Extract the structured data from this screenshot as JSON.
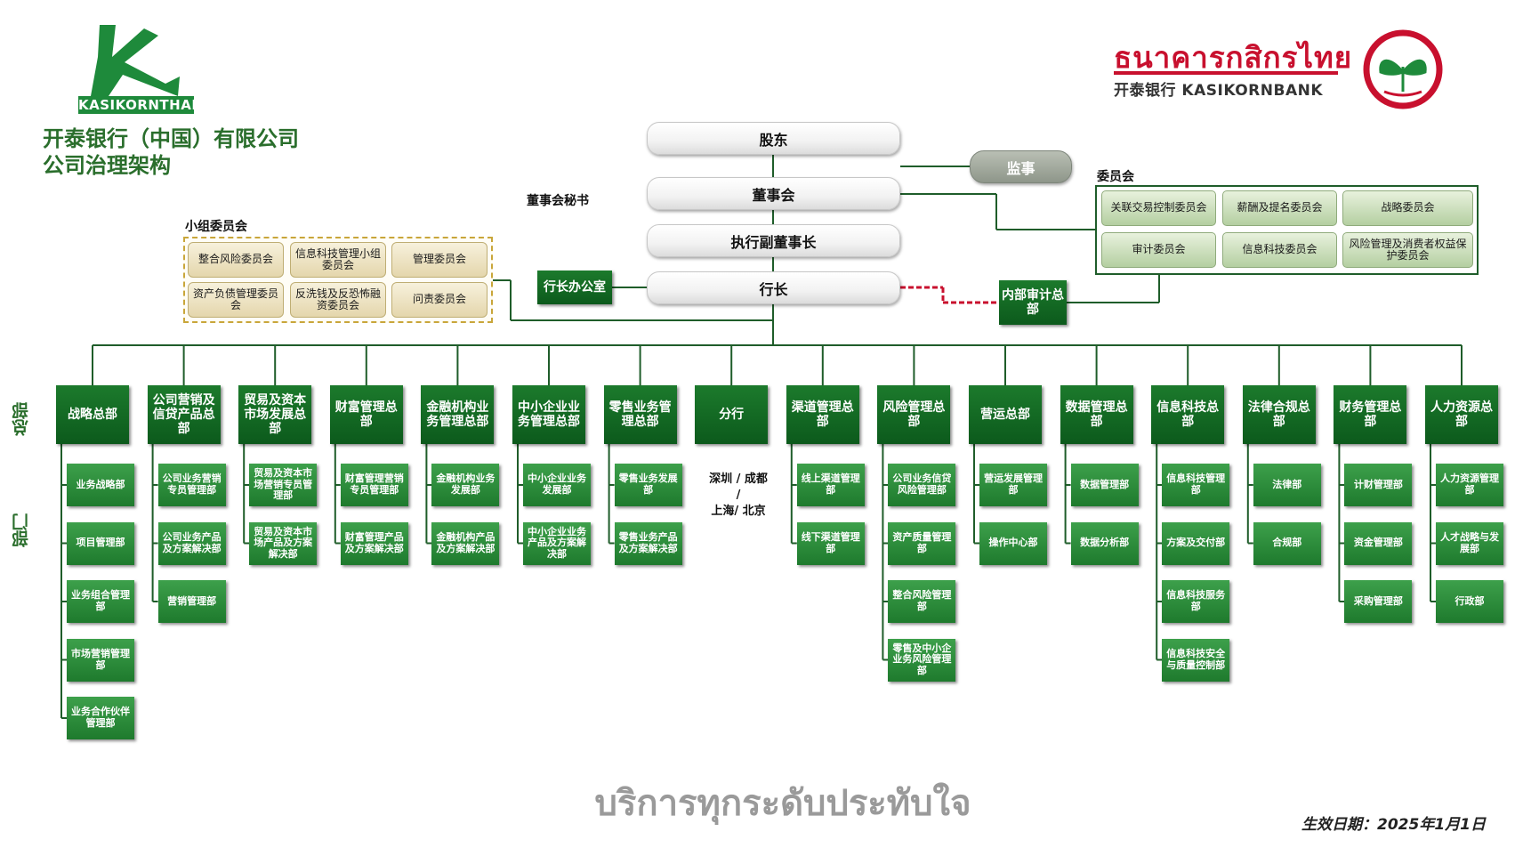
{
  "header": {
    "logo_text": "KASIKORNTHAI",
    "title_line1": "开泰银行（中国）有限公司",
    "title_line2": "公司治理架构",
    "kbank_thai": "ธนาคารกสิกรไทย",
    "kbank_en": "开泰银行 KASIKORNBANK",
    "colors": {
      "brand_green": "#1e8a3b",
      "brand_red": "#c8102e",
      "dark_green": "#0c5a1c"
    }
  },
  "governance": {
    "shareholders": "股东",
    "board": "董事会",
    "vice_chairman": "执行副董事长",
    "president": "行长",
    "supervisor": "监事",
    "board_secretary": "董事会秘书",
    "president_office": "行长办公室",
    "internal_audit": "内部审计总部"
  },
  "committees": {
    "title": "委员会",
    "items": [
      "关联交易控制委员会",
      "薪酬及提名委员会",
      "战略委员会",
      "审计委员会",
      "信息科技委员会",
      "风险管理及消费者权益保护委员会"
    ]
  },
  "sub_committees": {
    "title": "小组委员会",
    "items": [
      "整合风险委员会",
      "信息科技管理小组委员会",
      "管理委员会",
      "资产负债管理委员会",
      "反洗钱及反恐怖融资委员会",
      "问责委员会"
    ]
  },
  "side_labels": {
    "headquarters": "总部",
    "departments": "部门"
  },
  "headquarters": [
    {
      "name": "战略总部",
      "depts": [
        "业务战略部",
        "项目管理部",
        "业务组合管理部",
        "市场营销管理部",
        "业务合作伙伴管理部"
      ]
    },
    {
      "name": "公司营销及信贷产品总部",
      "depts": [
        "公司业务营销专员管理部",
        "公司业务产品及方案解决部",
        "营销管理部"
      ]
    },
    {
      "name": "贸易及资本市场发展总部",
      "depts": [
        "贸易及资本市场营销专员管理部",
        "贸易及资本市场产品及方案解决部"
      ]
    },
    {
      "name": "财富管理总部",
      "depts": [
        "财富管理营销专员管理部",
        "财富管理产品及方案解决部"
      ]
    },
    {
      "name": "金融机构业务管理总部",
      "depts": [
        "金融机构业务发展部",
        "金融机构产品及方案解决部"
      ]
    },
    {
      "name": "中小企业业务管理总部",
      "depts": [
        "中小企业业务发展部",
        "中小企业业务产品及方案解决部"
      ]
    },
    {
      "name": "零售业务管理总部",
      "depts": [
        "零售业务发展部",
        "零售业务产品及方案解决部"
      ]
    },
    {
      "name": "分行",
      "depts": []
    },
    {
      "name": "渠道管理总部",
      "depts": [
        "线上渠道管理部",
        "线下渠道管理部"
      ]
    },
    {
      "name": "风险管理总部",
      "depts": [
        "公司业务信贷风险管理部",
        "资产质量管理部",
        "整合风险管理部",
        "零售及中小企业务风险管理部"
      ]
    },
    {
      "name": "营运总部",
      "depts": [
        "营运发展管理部",
        "操作中心部"
      ]
    },
    {
      "name": "数据管理总部",
      "depts": [
        "数据管理部",
        "数据分析部"
      ]
    },
    {
      "name": "信息科技总部",
      "depts": [
        "信息科技管理部",
        "方案及交付部",
        "信息科技服务部",
        "信息科技安全与质量控制部"
      ]
    },
    {
      "name": "法律合规总部",
      "depts": [
        "法律部",
        "合规部"
      ]
    },
    {
      "name": "财务管理总部",
      "depts": [
        "计财管理部",
        "资金管理部",
        "采购管理部"
      ]
    },
    {
      "name": "人力资源总部",
      "depts": [
        "人力资源管理部",
        "人才战略与发展部",
        "行政部"
      ]
    }
  ],
  "branches": {
    "line1": "深圳 / 成都",
    "line2": "/",
    "line3": "上海/ 北京"
  },
  "footer": {
    "slogan": "บริการทุกระดับประทับใจ",
    "effective_date": "生效日期：2025年1月1日"
  }
}
